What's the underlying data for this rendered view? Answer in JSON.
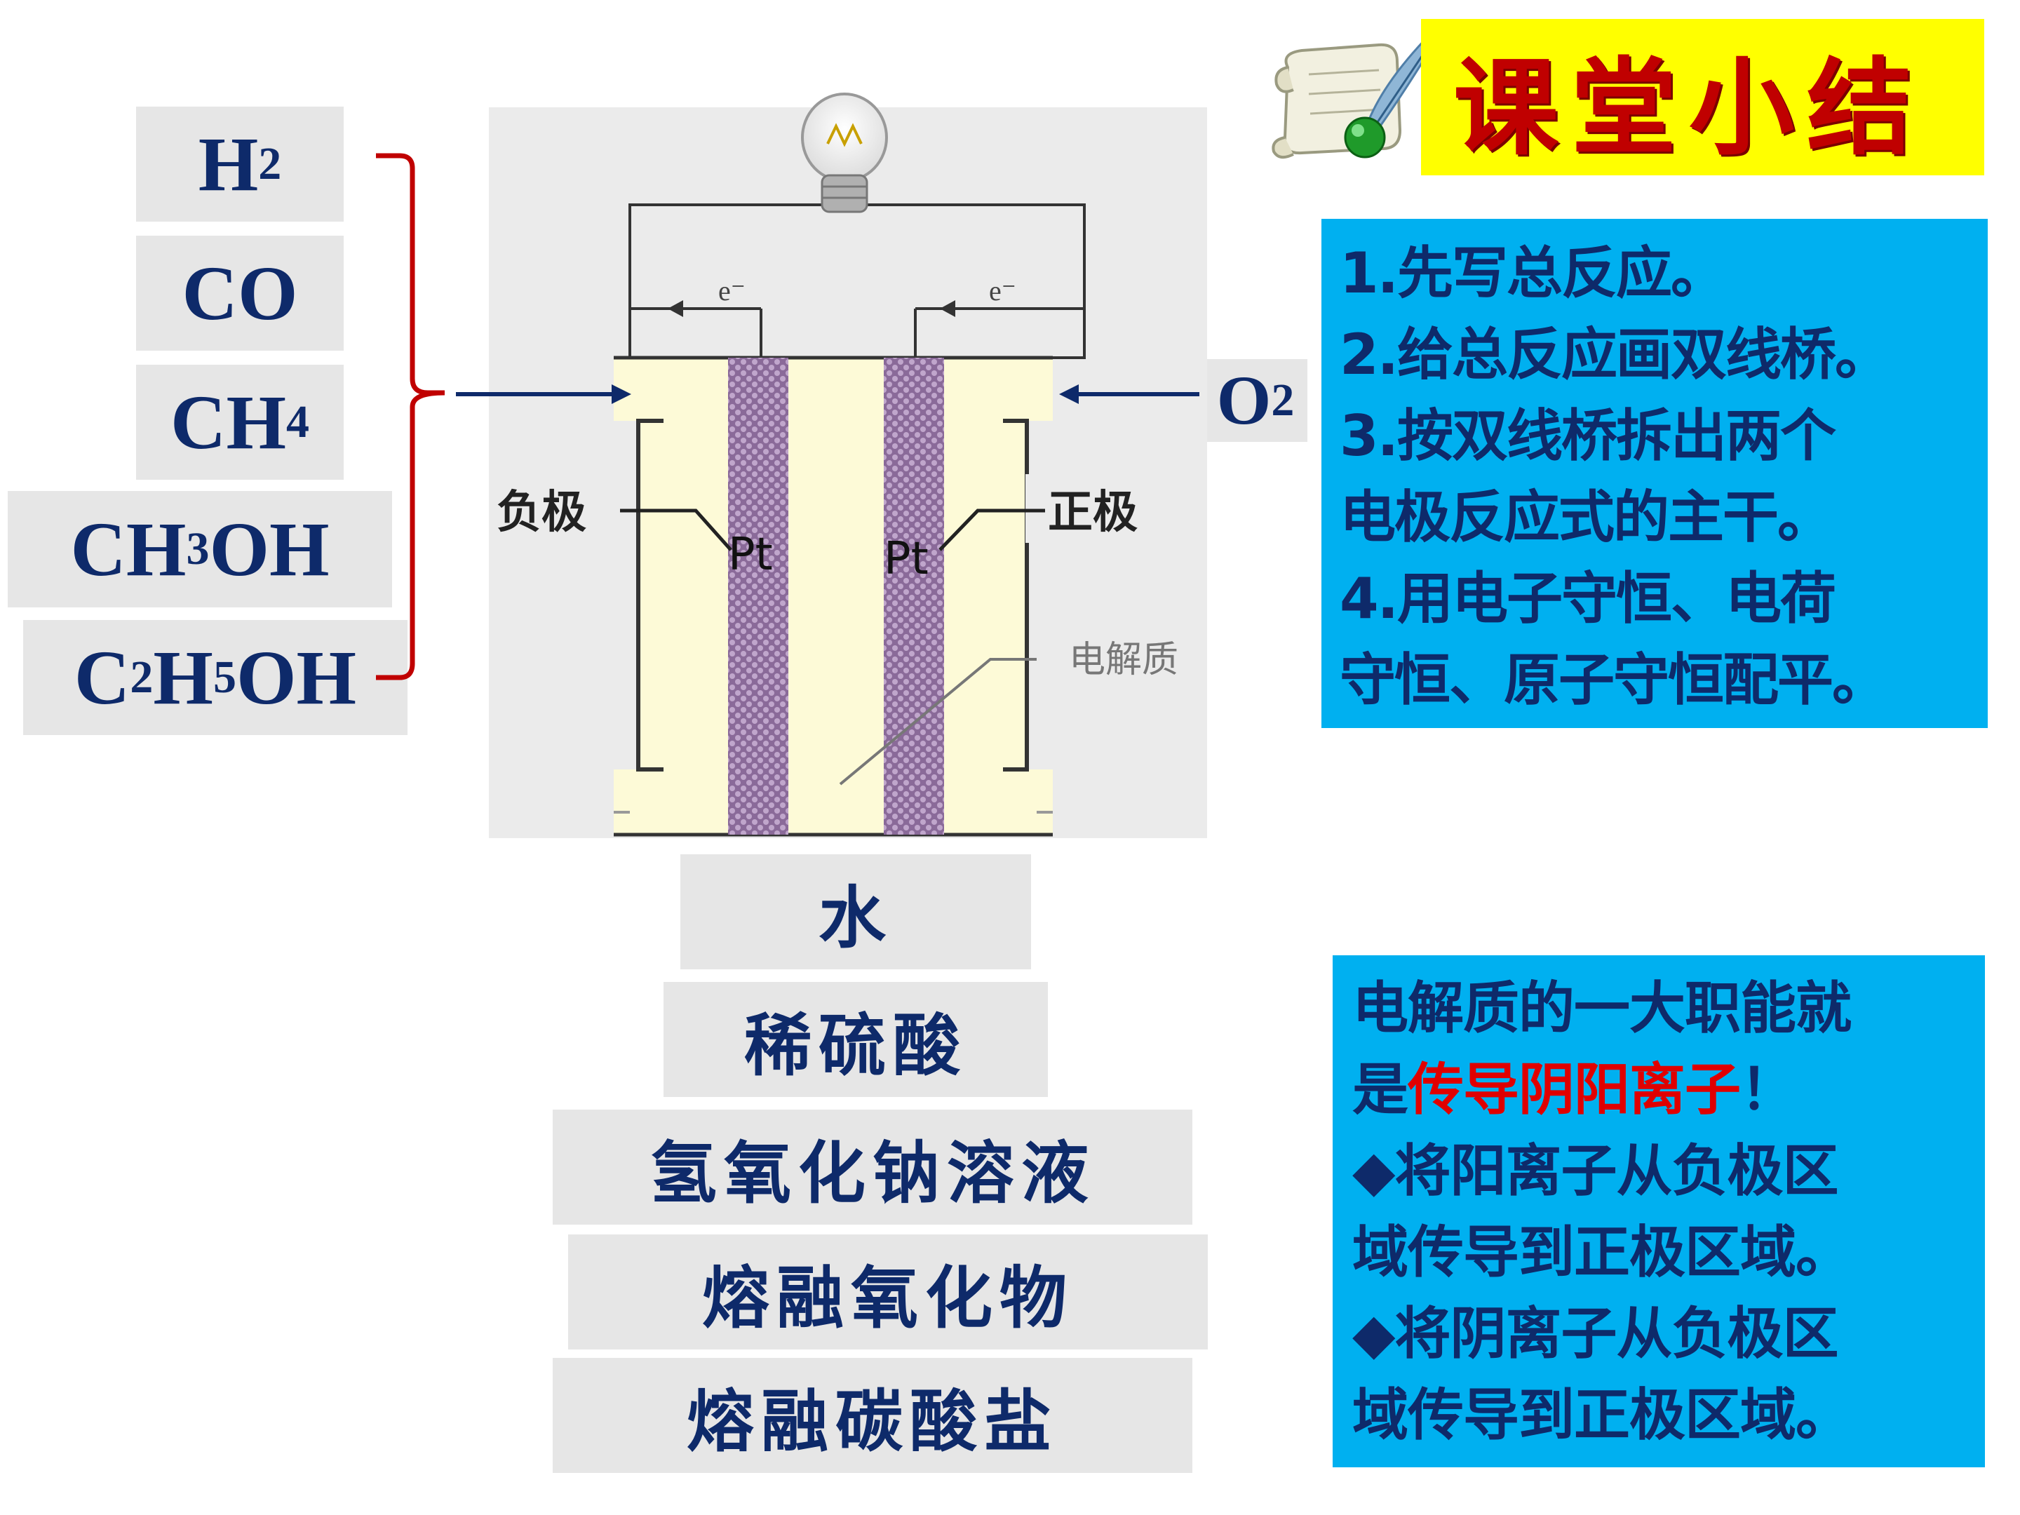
{
  "title": "课堂小结",
  "fuels": [
    {
      "base": "H",
      "sub": "2",
      "tail": "",
      "sub2": "",
      "tail2": ""
    },
    {
      "base": "CO",
      "sub": "",
      "tail": "",
      "sub2": "",
      "tail2": ""
    },
    {
      "base": "CH",
      "sub": "4",
      "tail": "",
      "sub2": "",
      "tail2": ""
    },
    {
      "base": "CH",
      "sub": "3",
      "tail": "OH",
      "sub2": "",
      "tail2": ""
    },
    {
      "base": "C",
      "sub": "2",
      "tail": "H",
      "sub2": "5",
      "tail2": "OH"
    }
  ],
  "oxidant": {
    "base": "O",
    "sub": "2"
  },
  "diagram": {
    "electron_left": "e⁻",
    "electron_right": "e⁻",
    "negative_label": "负极",
    "positive_label": "正极",
    "pt_left": "Pt",
    "pt_right": "Pt",
    "electrolyte_label": "电解质"
  },
  "electrolytes": [
    "水",
    "稀硫酸",
    "氢氧化钠溶液",
    "熔融氧化物",
    "熔融碳酸盐"
  ],
  "steps": [
    "1.先写总反应。",
    "2.给总反应画双线桥。",
    "3.按双线桥拆出两个",
    "电极反应式的主干。",
    "4.用电子守恒、电荷",
    "守恒、原子守恒配平。"
  ],
  "notes": {
    "line1": "电解质的一大职能就",
    "line2_prefix": "是",
    "line2_highlight": "传导阴阳离子",
    "line2_suffix": "！",
    "line3": "◆将阳离子从负极区",
    "line4": "域传导到正极区域。",
    "line5": "◆将阴离子从负极区",
    "line6": "域传导到正极区域。"
  },
  "colors": {
    "title_bg": "#ffff00",
    "title_text": "#c00000",
    "panel_blue": "#00b0f0",
    "text_navy": "#0e2a6a",
    "highlight_red": "#e00000",
    "bracket_red": "#c00000",
    "cell_cream": "#fdfad7",
    "electrode_purple": "#8a6a99"
  }
}
